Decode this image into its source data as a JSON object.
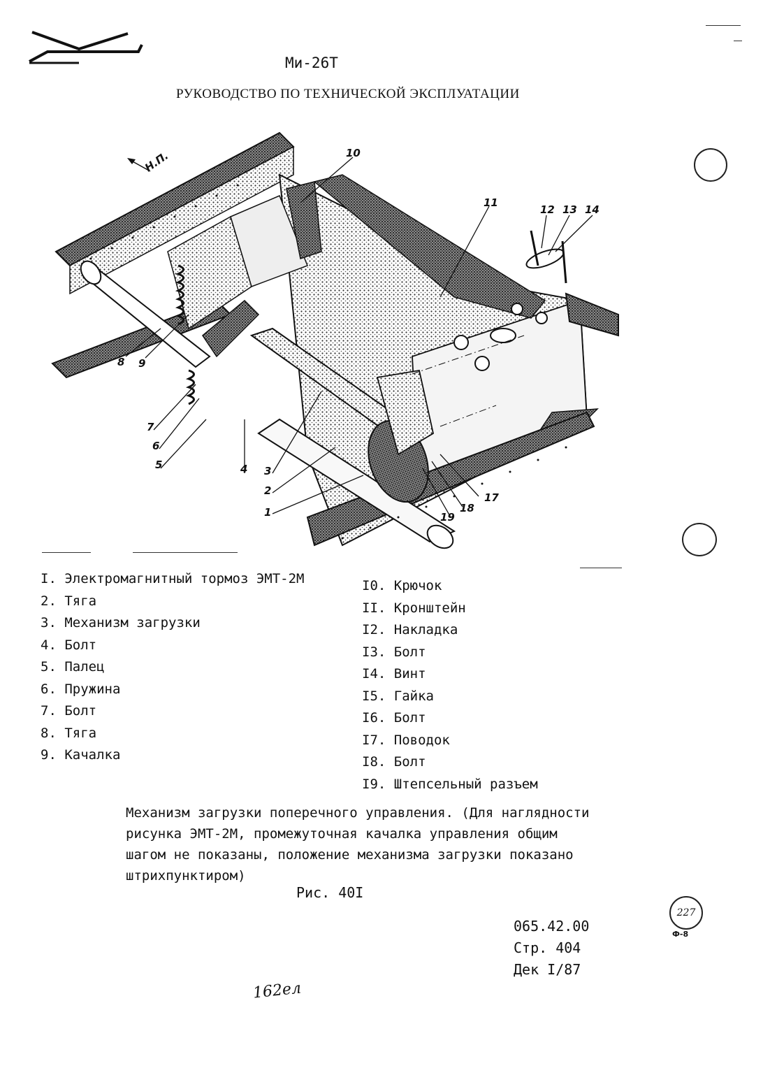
{
  "header": {
    "title": "Ми-26Т",
    "subtitle": "РУКОВОДСТВО ПО ТЕХНИЧЕСКОЙ ЭКСПЛУАТАЦИИ"
  },
  "figure": {
    "direction_label": "Н.П.",
    "callouts": [
      "1",
      "2",
      "3",
      "4",
      "5",
      "6",
      "7",
      "8",
      "9",
      "10",
      "11",
      "12",
      "13",
      "14",
      "17",
      "18",
      "19"
    ]
  },
  "legend": {
    "left": [
      "I. Электромагнитный тормоз ЭМТ-2М",
      "2. Тяга",
      "3. Механизм загрузки",
      "4. Болт",
      "5. Палец",
      "6. Пружина",
      "7. Болт",
      "8. Тяга",
      "9. Качалка"
    ],
    "right": [
      "I0. Крючок",
      "II. Кронштейн",
      "I2. Накладка",
      "I3. Болт",
      "I4. Винт",
      "I5. Гайка",
      "I6. Болт",
      "I7. Поводок",
      "I8. Болт",
      "I9. Штепсельный разъем"
    ]
  },
  "caption": {
    "lines": [
      "Механизм загрузки поперечного управления. (Для наглядности",
      "рисунка ЭМТ-2М, промежуточная качалка управления общим",
      "шагом не показаны, положение механизма загрузки показано",
      "штрихпунктиром)"
    ],
    "figure_number": "Рис. 40I"
  },
  "doc_info": {
    "code": "065.42.00",
    "page": "Стр. 404",
    "date": "Дек I/87"
  },
  "stamp": {
    "number": "227",
    "sub": "Ф-8"
  },
  "handwritten_note": "162ел"
}
